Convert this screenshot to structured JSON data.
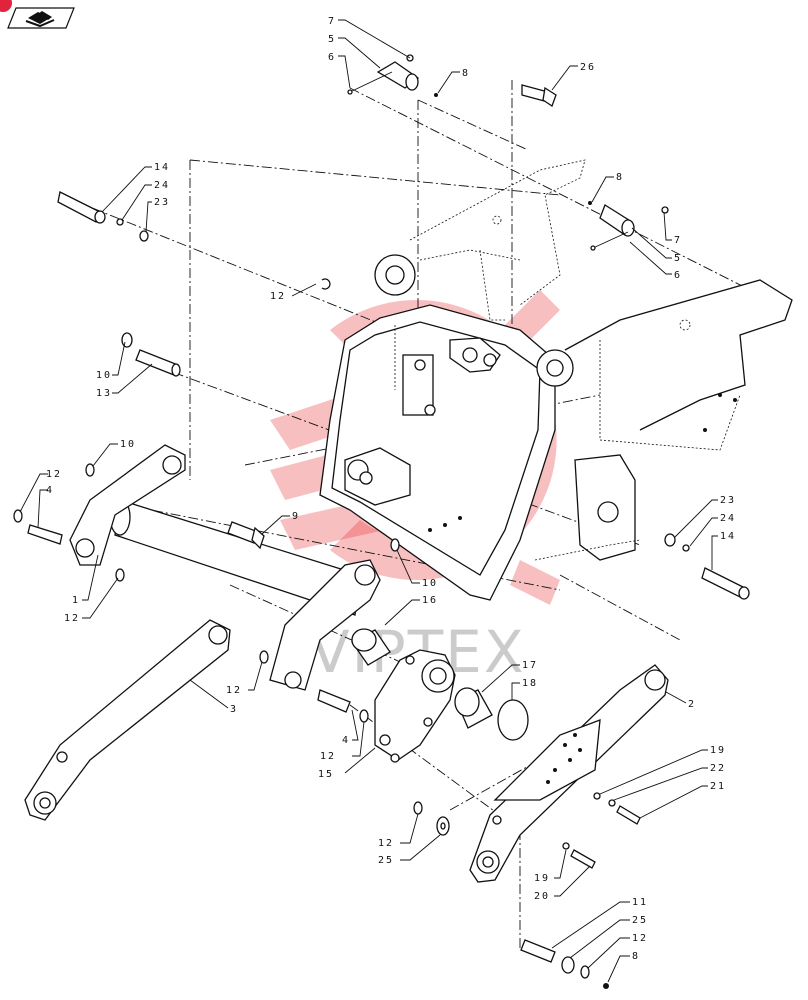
{
  "watermark": {
    "text": "VIPTEX",
    "color": "#e8393b"
  },
  "nav": {
    "icon": "book-page-icon"
  },
  "callouts": [
    {
      "id": "c7a",
      "label": "7"
    },
    {
      "id": "c5a",
      "label": "5"
    },
    {
      "id": "c6a",
      "label": "6"
    },
    {
      "id": "c8a",
      "label": "8"
    },
    {
      "id": "c26",
      "label": "26"
    },
    {
      "id": "c14a",
      "label": "14"
    },
    {
      "id": "c24a",
      "label": "24"
    },
    {
      "id": "c23a",
      "label": "23"
    },
    {
      "id": "c8b",
      "label": "8"
    },
    {
      "id": "c7b",
      "label": "7"
    },
    {
      "id": "c5b",
      "label": "5"
    },
    {
      "id": "c6b",
      "label": "6"
    },
    {
      "id": "c12a",
      "label": "12"
    },
    {
      "id": "c10a",
      "label": "10"
    },
    {
      "id": "c13",
      "label": "13"
    },
    {
      "id": "c10b",
      "label": "10"
    },
    {
      "id": "c12b",
      "label": "12"
    },
    {
      "id": "c4a",
      "label": "4"
    },
    {
      "id": "c9",
      "label": "9"
    },
    {
      "id": "c1",
      "label": "1"
    },
    {
      "id": "c12c",
      "label": "12"
    },
    {
      "id": "c10c",
      "label": "10"
    },
    {
      "id": "c16",
      "label": "16"
    },
    {
      "id": "c23b",
      "label": "23"
    },
    {
      "id": "c24b",
      "label": "24"
    },
    {
      "id": "c14b",
      "label": "14"
    },
    {
      "id": "c12d",
      "label": "12"
    },
    {
      "id": "c3",
      "label": "3"
    },
    {
      "id": "c4b",
      "label": "4"
    },
    {
      "id": "c12e",
      "label": "12"
    },
    {
      "id": "c15",
      "label": "15"
    },
    {
      "id": "c17",
      "label": "17"
    },
    {
      "id": "c18",
      "label": "18"
    },
    {
      "id": "c2",
      "label": "2"
    },
    {
      "id": "c19a",
      "label": "19"
    },
    {
      "id": "c22",
      "label": "22"
    },
    {
      "id": "c21",
      "label": "21"
    },
    {
      "id": "c12f",
      "label": "12"
    },
    {
      "id": "c25a",
      "label": "25"
    },
    {
      "id": "c19b",
      "label": "19"
    },
    {
      "id": "c20",
      "label": "20"
    },
    {
      "id": "c11",
      "label": "11"
    },
    {
      "id": "c25b",
      "label": "25"
    },
    {
      "id": "c12g",
      "label": "12"
    },
    {
      "id": "c8c",
      "label": "8"
    }
  ]
}
